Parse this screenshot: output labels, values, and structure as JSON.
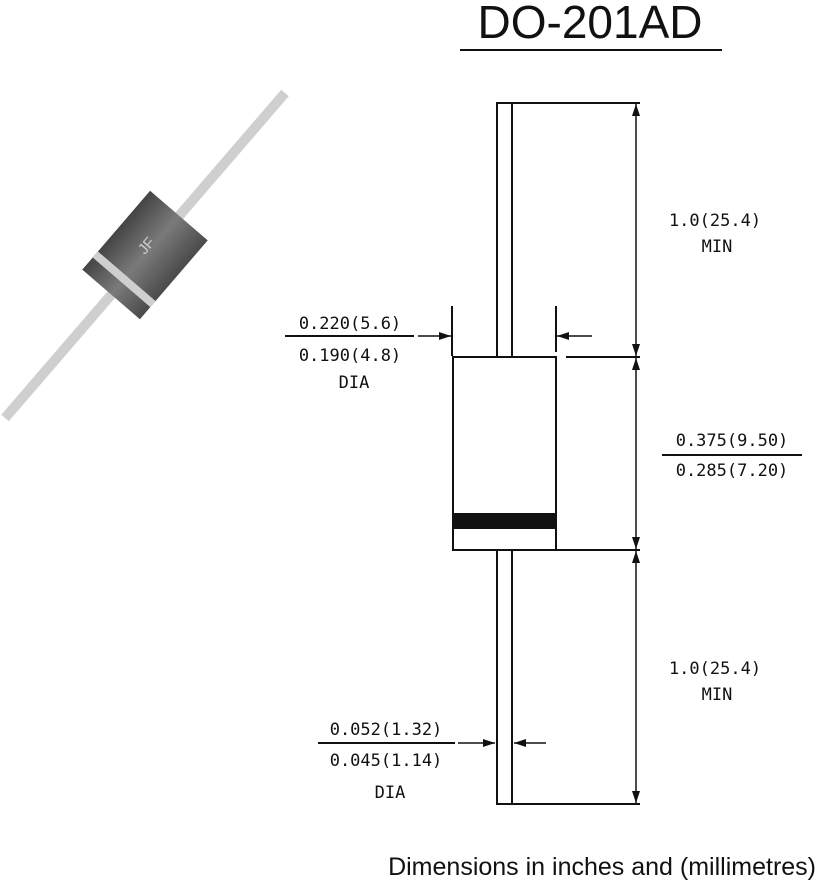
{
  "title": "DO-201AD",
  "photo": {
    "marking": "JF"
  },
  "dimensions": {
    "lead_length_top": {
      "value": "1.0(25.4)",
      "note": "MIN"
    },
    "body_diameter": {
      "max": "0.220(5.6)",
      "min": "0.190(4.8)",
      "note": "DIA"
    },
    "body_length": {
      "max": "0.375(9.50)",
      "min": "0.285(7.20)"
    },
    "lead_length_bottom": {
      "value": "1.0(25.4)",
      "note": "MIN"
    },
    "lead_diameter": {
      "max": "0.052(1.32)",
      "min": "0.045(1.14)",
      "note": "DIA"
    }
  },
  "footer": "Dimensions in inches and (millimetres)"
}
